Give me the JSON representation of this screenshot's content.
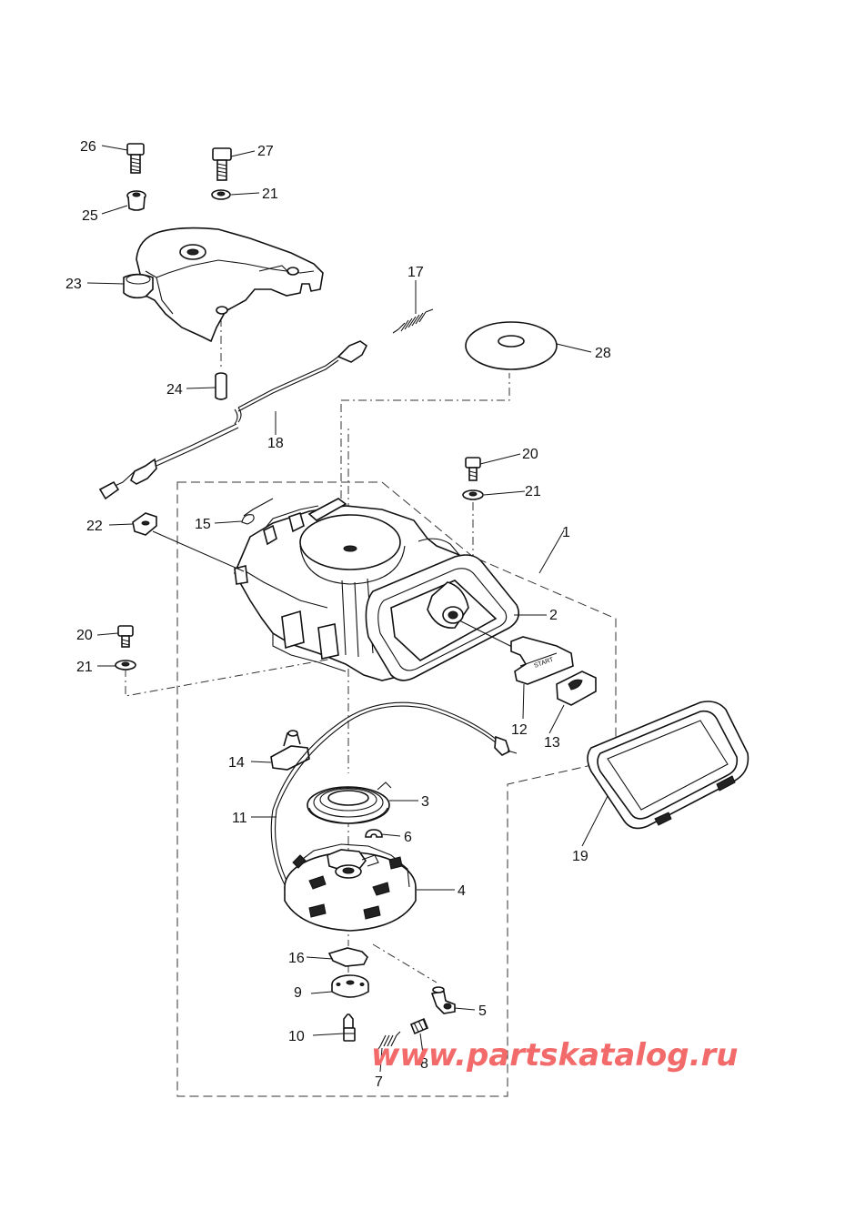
{
  "diagram": {
    "callouts": [
      {
        "id": "c1",
        "label": "1"
      },
      {
        "id": "c2",
        "label": "2"
      },
      {
        "id": "c3",
        "label": "3"
      },
      {
        "id": "c4",
        "label": "4"
      },
      {
        "id": "c5",
        "label": "5"
      },
      {
        "id": "c6",
        "label": "6"
      },
      {
        "id": "c7",
        "label": "7"
      },
      {
        "id": "c8",
        "label": "8"
      },
      {
        "id": "c9",
        "label": "9"
      },
      {
        "id": "c10",
        "label": "10"
      },
      {
        "id": "c11",
        "label": "11"
      },
      {
        "id": "c12",
        "label": "12"
      },
      {
        "id": "c13",
        "label": "13"
      },
      {
        "id": "c14",
        "label": "14"
      },
      {
        "id": "c15",
        "label": "15"
      },
      {
        "id": "c16",
        "label": "16"
      },
      {
        "id": "c17",
        "label": "17"
      },
      {
        "id": "c18",
        "label": "18"
      },
      {
        "id": "c19",
        "label": "19"
      },
      {
        "id": "c20a",
        "label": "20"
      },
      {
        "id": "c20b",
        "label": "20"
      },
      {
        "id": "c21a",
        "label": "21"
      },
      {
        "id": "c21b",
        "label": "21"
      },
      {
        "id": "c21c",
        "label": "21"
      },
      {
        "id": "c22",
        "label": "22"
      },
      {
        "id": "c23",
        "label": "23"
      },
      {
        "id": "c24",
        "label": "24"
      },
      {
        "id": "c25",
        "label": "25"
      },
      {
        "id": "c26",
        "label": "26"
      },
      {
        "id": "c27",
        "label": "27"
      },
      {
        "id": "c28",
        "label": "28"
      }
    ],
    "handle_text": "START",
    "watermark": "www.partskatalog.ru"
  },
  "colors": {
    "line": "#111111",
    "watermark": "#f26a6a",
    "background": "#ffffff"
  }
}
